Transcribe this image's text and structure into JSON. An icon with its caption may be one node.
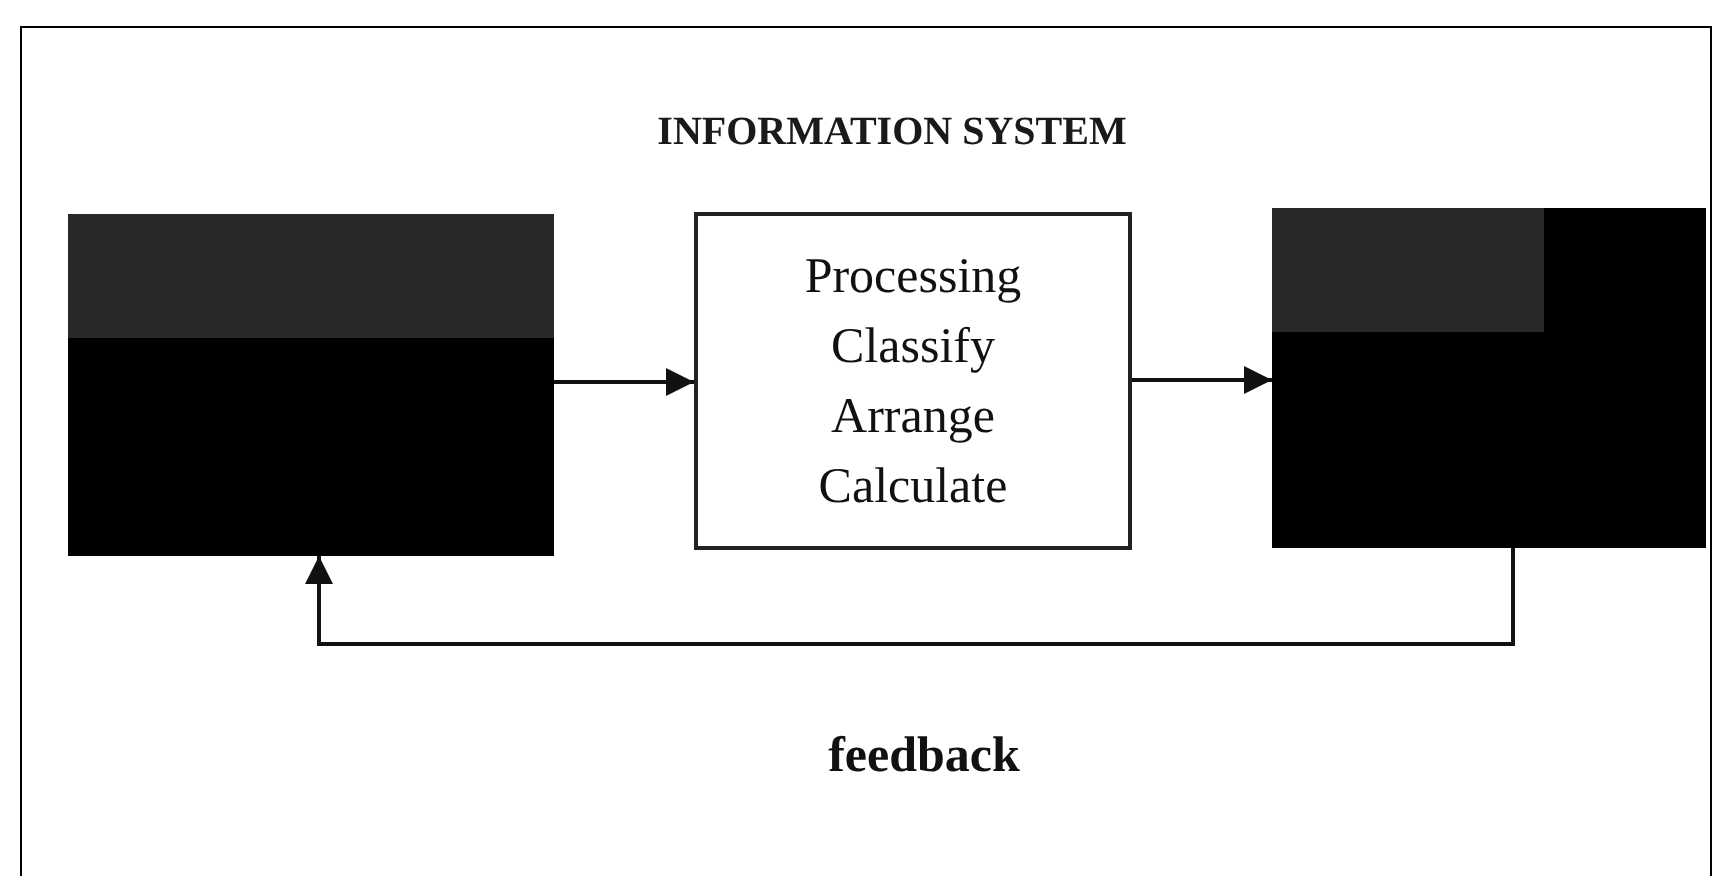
{
  "diagram": {
    "nodes": [
      {
        "text": [
          "INFORMATION SYSTEM"
        ]
      },
      {
        "text": [],
        "shape": "box",
        "in": 0
      },
      {
        "text": [
          "Processing Classify Arrange Calculate"
        ],
        "in": 0
      },
      {
        "text": [],
        "shape": "box",
        "in": 0
      }
    ],
    "edges": [
      {
        "from": 1,
        "to": 2,
        "arrow": "to"
      },
      {
        "from": 2,
        "to": 3,
        "arrow": "to"
      },
      {
        "from": 3,
        "to": 1,
        "arrow": "to",
        "label": "feedback"
      }
    ]
  }
}
